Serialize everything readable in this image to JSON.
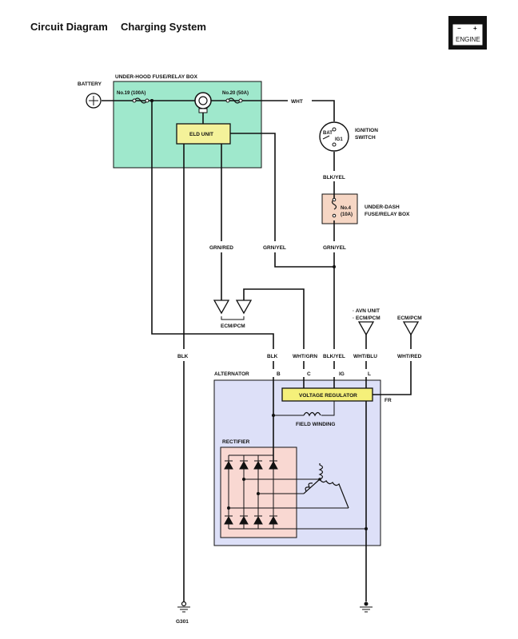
{
  "header": {
    "title": "Circuit Diagram",
    "subtitle": "Charging System",
    "badge_label": "ENGINE",
    "badge_minus": "−",
    "badge_plus": "+"
  },
  "components": {
    "battery": "BATTERY",
    "fusebox_under_hood": "UNDER-HOOD FUSE/RELAY BOX",
    "fuse19": "No.19 (100A)",
    "fuse20": "No.20 (50A)",
    "eld_unit": "ELD UNIT",
    "ignition_switch_1": "IGNITION",
    "ignition_switch_2": "SWITCH",
    "bat_terminal": "BAT",
    "ig1_terminal": "IG1",
    "underdash_1": "UNDER-DASH",
    "underdash_2": "FUSE/RELAY BOX",
    "fuse4_a": "No.4",
    "fuse4_b": "(10A)",
    "ecm_pcm_left": "ECM/PCM",
    "avn_1": "· AVN UNIT",
    "avn_2": "· ECM/PCM",
    "ecm_pcm_right": "ECM/PCM",
    "alternator": "ALTERNATOR",
    "voltage_regulator": "VOLTAGE REGULATOR",
    "field_winding": "FIELD WINDING",
    "rectifier": "RECTIFIER",
    "ground_g301": "G301"
  },
  "wires": {
    "wht": "WHT",
    "blk_yel_top": "BLK/YEL",
    "grn_red": "GRN/RED",
    "grn_yel_1": "GRN/YEL",
    "grn_yel_2": "GRN/YEL",
    "blk_left": "BLK",
    "blk_b": "BLK",
    "wht_grn": "WHT/GRN",
    "blk_yel_ig": "BLK/YEL",
    "wht_blu": "WHT/BLU",
    "wht_red": "WHT/RED"
  },
  "terminals": {
    "b": "B",
    "c": "C",
    "ig": "IG",
    "l": "L",
    "fr": "FR"
  },
  "colors": {
    "fusebox_fill": "#9fe8cc",
    "eld_fill": "#f4f29a",
    "underdash_fill": "#f6d6c4",
    "alternator_fill": "#dde0f8",
    "regulator_fill": "#f5f07a",
    "rectifier_fill": "#f9d8d2",
    "wire": "#111111"
  }
}
